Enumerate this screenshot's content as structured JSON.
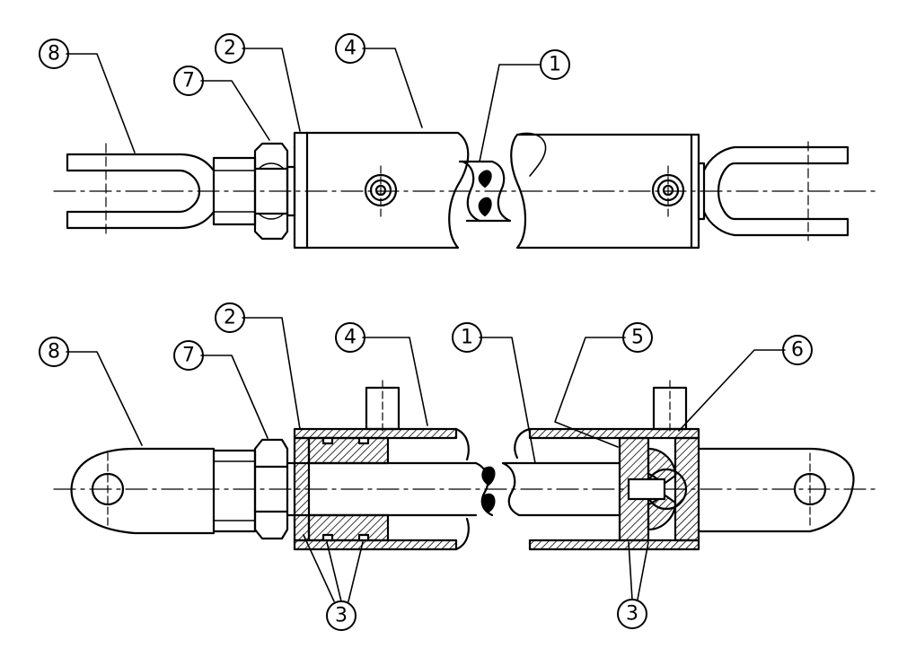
{
  "diagram": {
    "top_view": {
      "labels": [
        "8",
        "2",
        "4",
        "1",
        "7"
      ]
    },
    "section_view": {
      "labels": [
        "2",
        "4",
        "1",
        "5",
        "6",
        "8",
        "7",
        "3",
        "3"
      ]
    }
  },
  "colors": {
    "line": "#000000",
    "background": "#ffffff"
  }
}
